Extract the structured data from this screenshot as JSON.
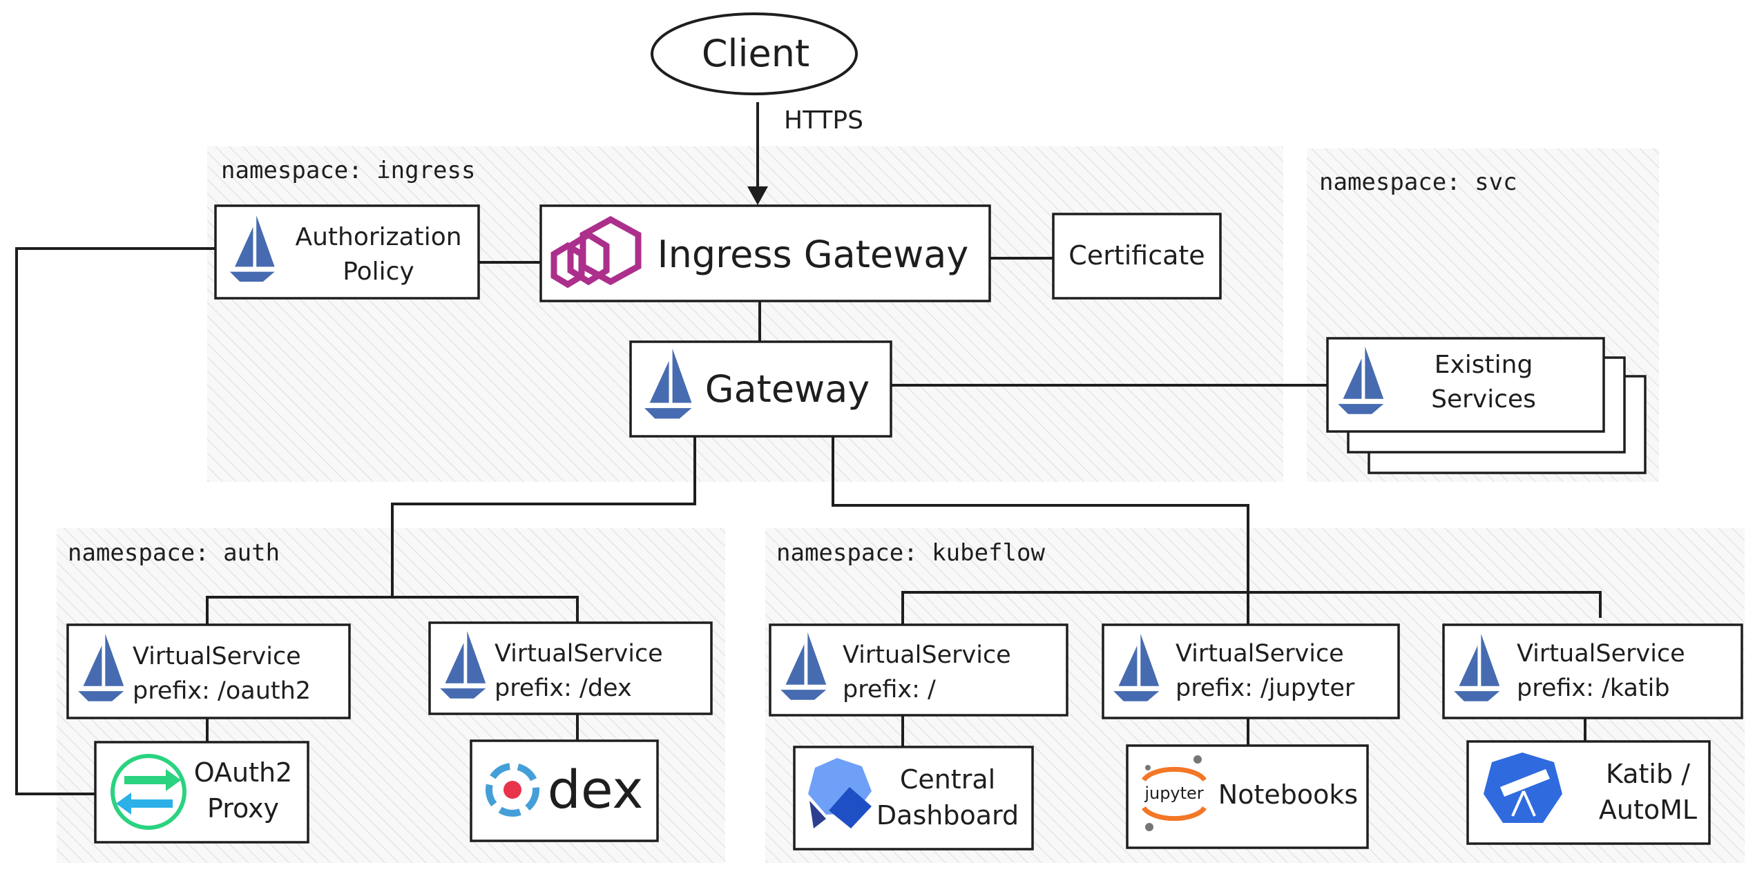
{
  "client": {
    "label": "Client",
    "protocol": "HTTPS"
  },
  "namespaces": {
    "ingress": "namespace: ingress",
    "svc": "namespace: svc",
    "auth": "namespace: auth",
    "kubeflow": "namespace: kubeflow"
  },
  "ingress": {
    "authorization_policy": [
      "Authorization",
      "Policy"
    ],
    "ingress_gateway": "Ingress Gateway",
    "certificate": "Certificate",
    "gateway": "Gateway"
  },
  "svc": {
    "existing_services": [
      "Existing",
      "Services"
    ]
  },
  "auth": {
    "vs_oauth2": [
      "VirtualService",
      "prefix: /oauth2"
    ],
    "vs_dex": [
      "VirtualService",
      "prefix: /dex"
    ],
    "oauth2_proxy": [
      "OAuth2",
      "Proxy"
    ],
    "dex": "dex"
  },
  "kubeflow": {
    "vs_root": [
      "VirtualService",
      "prefix: /"
    ],
    "vs_jupyter": [
      "VirtualService",
      "prefix: /jupyter"
    ],
    "vs_katib": [
      "VirtualService",
      "prefix: /katib"
    ],
    "central_dashboard": [
      "Central",
      "Dashboard"
    ],
    "notebooks": "Notebooks",
    "jupyter_logo": "jupyter",
    "katib": [
      "Katib /",
      "AutoML"
    ]
  },
  "colors": {
    "istio": "#466bb0",
    "envoy": "#ac2f8c",
    "oauth": "#2ad37f",
    "dex_red": "#e8334a",
    "dex_blue": "#449fd8",
    "jupyter": "#f37726",
    "kubeflow": "#4279f4",
    "katib": "#2f6bdf"
  }
}
